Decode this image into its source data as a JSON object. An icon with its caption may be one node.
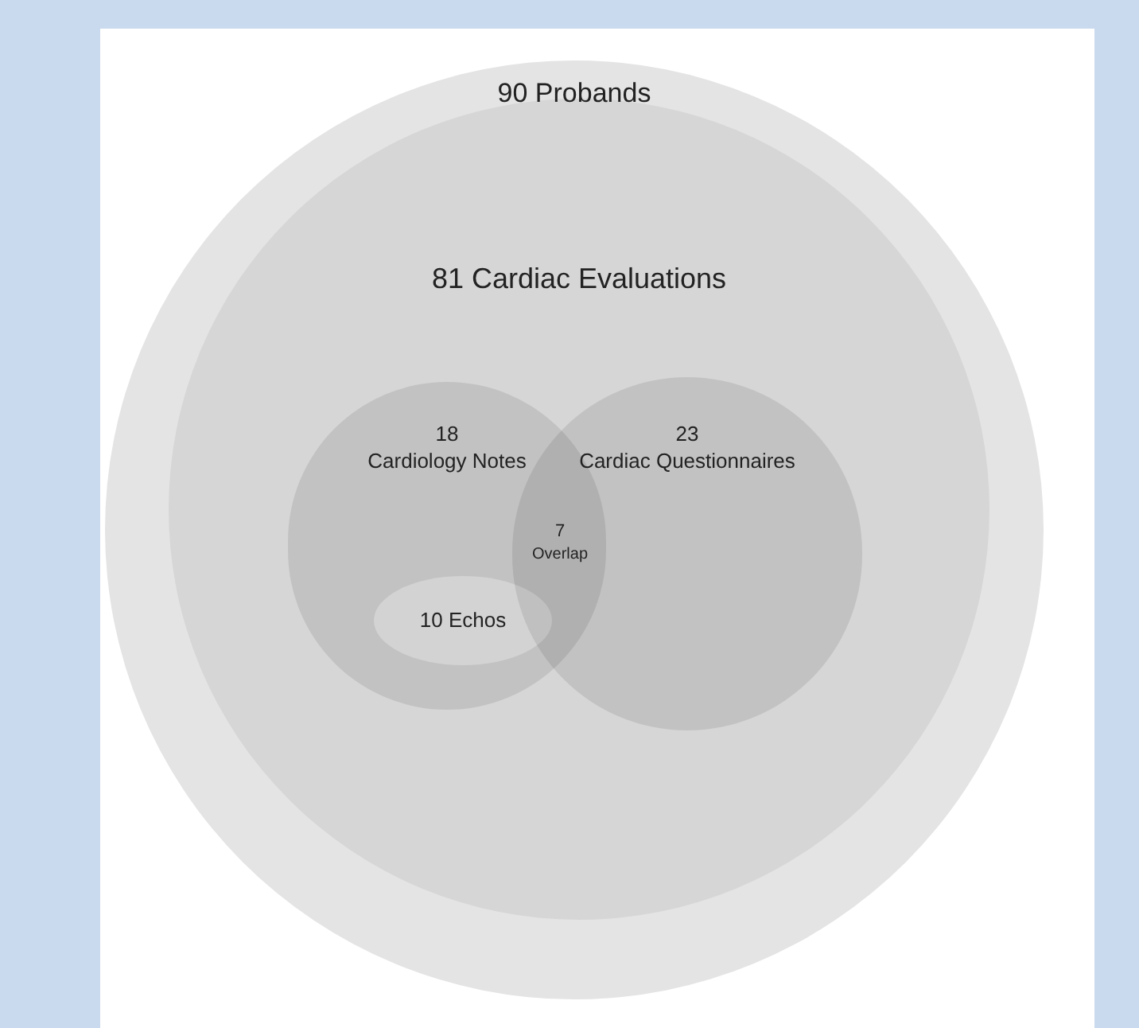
{
  "diagram": {
    "nodes": [
      {
        "text": [
          "90 Probands"
        ]
      },
      {
        "text": [
          "81 Cardiac Evaluations"
        ],
        "in": 0
      },
      {
        "text": [
          "18",
          "Cardiology Notes"
        ],
        "in": 1
      },
      {
        "text": [
          "23",
          "Cardiac Questionnaires"
        ],
        "in": 1
      },
      {
        "text": [
          "10 Echos"
        ],
        "in": 2
      }
    ],
    "labels": [
      "7",
      "Overlap"
    ]
  }
}
